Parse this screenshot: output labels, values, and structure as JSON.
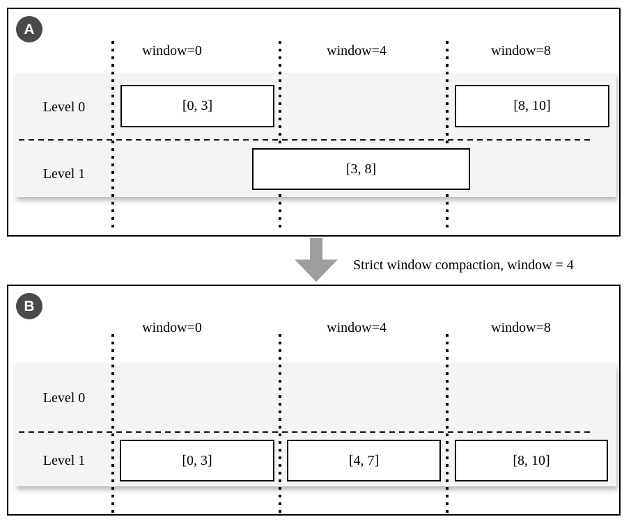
{
  "transition": {
    "label": "Strict window compaction, window = 4"
  },
  "panel_a": {
    "badge": "A",
    "window_labels": [
      "window=0",
      "window=4",
      "window=8"
    ],
    "level_labels": [
      "Level 0",
      "Level 1"
    ],
    "boxes": {
      "level0_window0": "[0, 3]",
      "level0_window8": "[8, 10]",
      "level1_spanning": "[3, 8]"
    }
  },
  "panel_b": {
    "badge": "B",
    "window_labels": [
      "window=0",
      "window=4",
      "window=8"
    ],
    "level_labels": [
      "Level 0",
      "Level 1"
    ],
    "boxes": {
      "level1_window0": "[0, 3]",
      "level1_window4": "[4, 7]",
      "level1_window8": "[8, 10]"
    }
  },
  "colors": {
    "badge": "#4a4a4a",
    "band": "#f4f4f4",
    "arrow": "#9e9e9e",
    "line": "#111111",
    "border": "#000000"
  }
}
